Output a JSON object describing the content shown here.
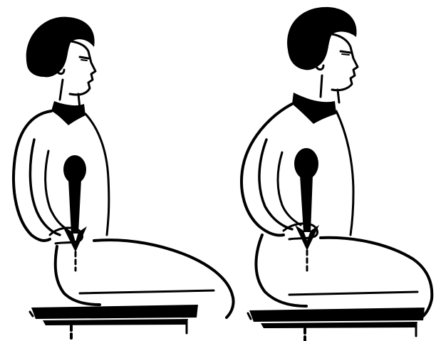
{
  "illustration": {
    "panels": [
      {
        "figure": "man-seated-slouched-posture",
        "arrow_direction": "down"
      },
      {
        "figure": "man-seated-upright-posture",
        "arrow_direction": "down"
      }
    ],
    "colors": {
      "ink": "#000000",
      "background": "#ffffff"
    }
  }
}
